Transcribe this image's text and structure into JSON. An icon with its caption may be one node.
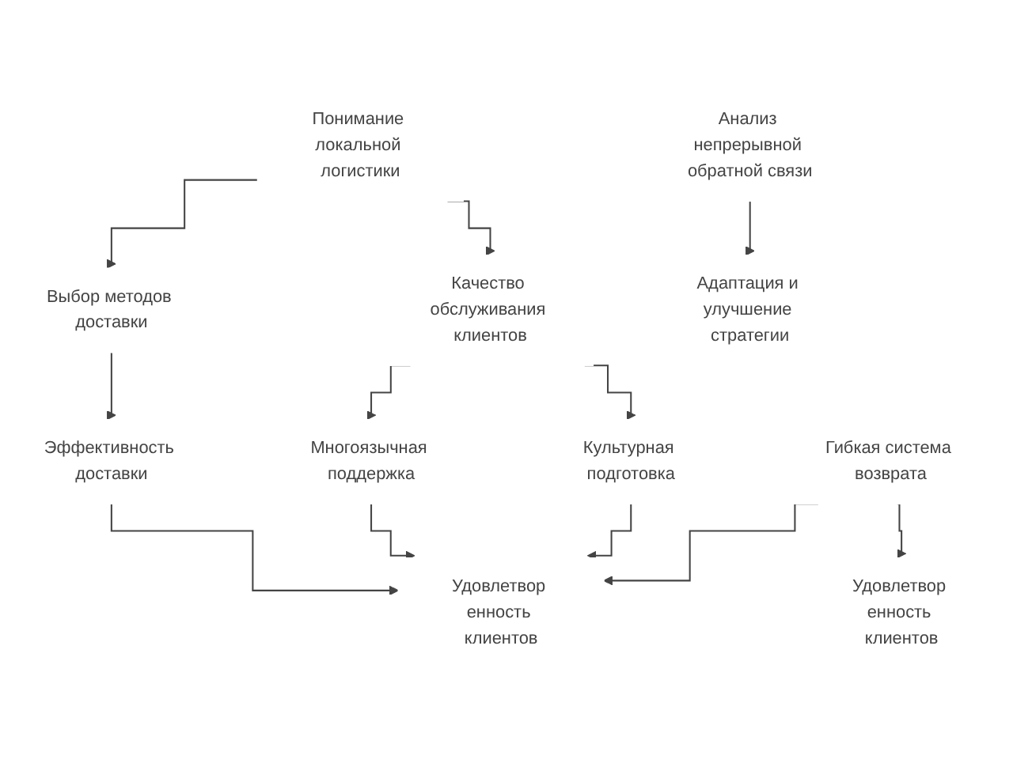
{
  "diagram": {
    "nodes": [
      {
        "text": [
          "Понимание локальной логистики"
        ]
      },
      {
        "text": [
          "Выбор методов доставки"
        ]
      },
      {
        "text": [
          "Качество обслуживания клиентов"
        ]
      },
      {
        "text": [
          "Эффективность доставки"
        ]
      },
      {
        "text": [
          "Многоязычная поддержка"
        ]
      },
      {
        "text": [
          "Культурная подготовка"
        ]
      },
      {
        "text": [
          "Удовлетвор енность клиентов"
        ]
      },
      {
        "text": [
          "Гибкая система возврата"
        ]
      },
      {
        "text": [
          "Удовлетвор енность клиентов"
        ]
      },
      {
        "text": [
          "Анализ непрерывной обратной связи"
        ]
      },
      {
        "text": [
          "Адаптация и улучшение стратегии"
        ]
      }
    ],
    "edges": [
      {
        "from": 0,
        "to": 1,
        "arrow": "to"
      },
      {
        "from": 0,
        "to": 2,
        "arrow": "to"
      },
      {
        "from": 1,
        "to": 3,
        "arrow": "to"
      },
      {
        "from": 2,
        "to": 4,
        "arrow": "to"
      },
      {
        "from": 2,
        "to": 5,
        "arrow": "to"
      },
      {
        "from": 7,
        "to": 8,
        "arrow": "to"
      },
      {
        "from": 9,
        "to": 10,
        "arrow": "to"
      },
      {
        "from": 3,
        "to": 6,
        "arrow": "to"
      },
      {
        "from": 4,
        "to": 6,
        "arrow": "to"
      },
      {
        "from": 5,
        "to": 6,
        "arrow": "to"
      },
      {
        "from": 7,
        "to": 6,
        "arrow": "to"
      }
    ]
  }
}
